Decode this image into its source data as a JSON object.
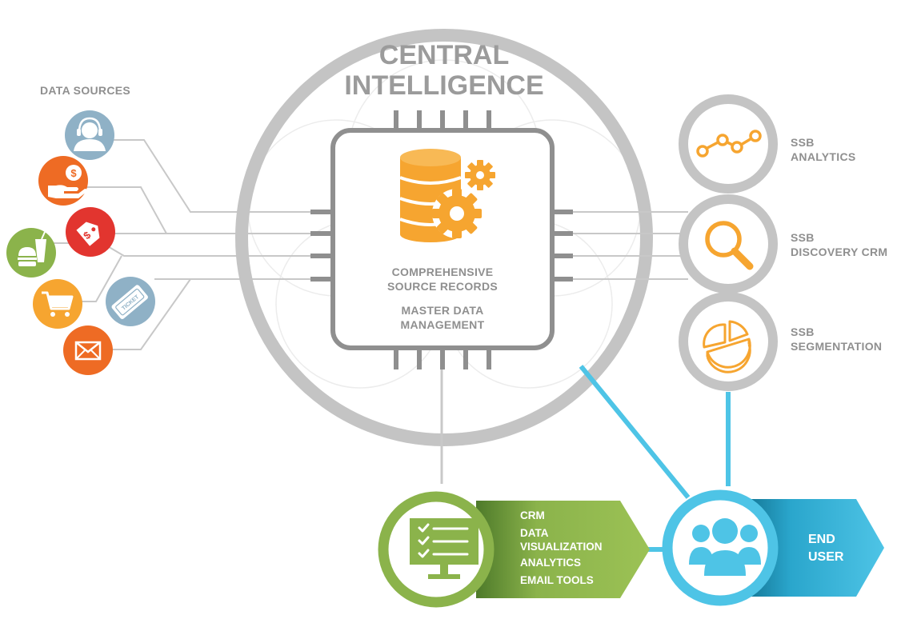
{
  "data_sources": {
    "label": "DATA SOURCES",
    "icons": [
      {
        "name": "customer-service-icon",
        "color": "#8fb1c6"
      },
      {
        "name": "money-hand-icon",
        "color": "#ee6b24"
      },
      {
        "name": "price-tag-icon",
        "color": "#e2352f"
      },
      {
        "name": "food-drink-icon",
        "color": "#8bb34b"
      },
      {
        "name": "shopping-cart-icon",
        "color": "#f6a530"
      },
      {
        "name": "ticket-icon",
        "color": "#8fb1c6"
      },
      {
        "name": "email-icon",
        "color": "#ee6b24"
      }
    ]
  },
  "central": {
    "title_line1": "CENTRAL",
    "title_line2": "INTELLIGENCE",
    "chip_line1": "COMPREHENSIVE",
    "chip_line2": "SOURCE RECORDS",
    "chip_line3": "MASTER DATA",
    "chip_line4": "MANAGEMENT",
    "chip_icon": "database-gears-icon"
  },
  "ssb_modules": [
    {
      "line1": "SSB",
      "line2": "ANALYTICS",
      "icon": "line-chart-icon"
    },
    {
      "line1": "SSB",
      "line2": "DISCOVERY CRM",
      "icon": "magnifier-icon"
    },
    {
      "line1": "SSB",
      "line2": "SEGMENTATION",
      "icon": "pie-chart-icon"
    }
  ],
  "tools": {
    "items": [
      "CRM",
      "DATA",
      "VISUALIZATION",
      "ANALYTICS",
      "EMAIL TOOLS"
    ],
    "icon": "checklist-monitor-icon"
  },
  "end_user": {
    "line1": "END",
    "line2": "USER",
    "icon": "user-group-icon"
  },
  "colors": {
    "gray_ring": "#c4c4c4",
    "gray_text": "#8f8f8f",
    "orange": "#f6a530",
    "green": "#8bb34b",
    "blue": "#4ec4e6",
    "red": "#e2352f",
    "slate": "#8fb1c6"
  }
}
